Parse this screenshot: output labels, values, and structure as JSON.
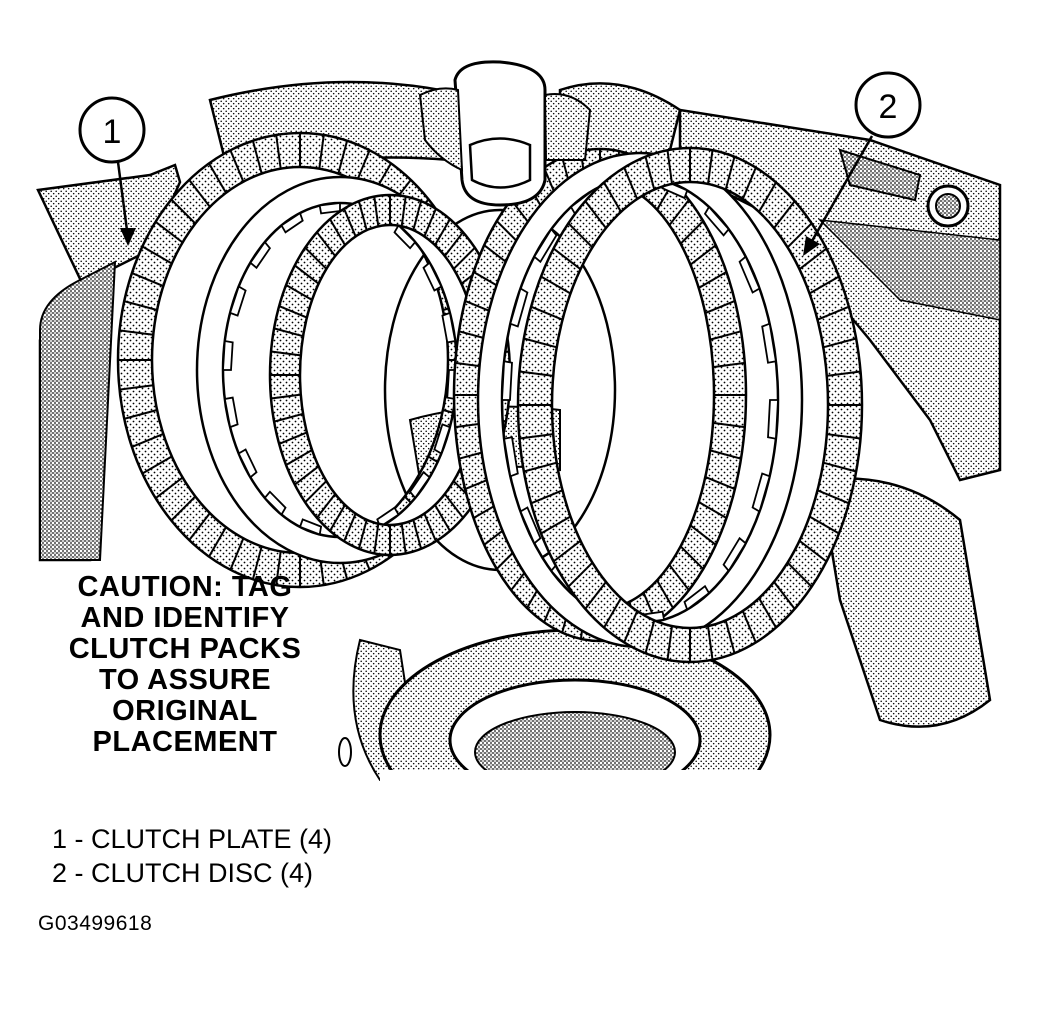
{
  "callouts": [
    {
      "number": "1"
    },
    {
      "number": "2"
    }
  ],
  "caution": {
    "lines": [
      "CAUTION: TAG",
      "AND IDENTIFY",
      "CLUTCH PACKS",
      "TO ASSURE",
      "ORIGINAL",
      "PLACEMENT"
    ]
  },
  "legend": {
    "items": [
      {
        "text": "1 - CLUTCH PLATE (4)"
      },
      {
        "text": "2 - CLUTCH DISC (4)"
      }
    ]
  },
  "figure_id": "G03499618"
}
